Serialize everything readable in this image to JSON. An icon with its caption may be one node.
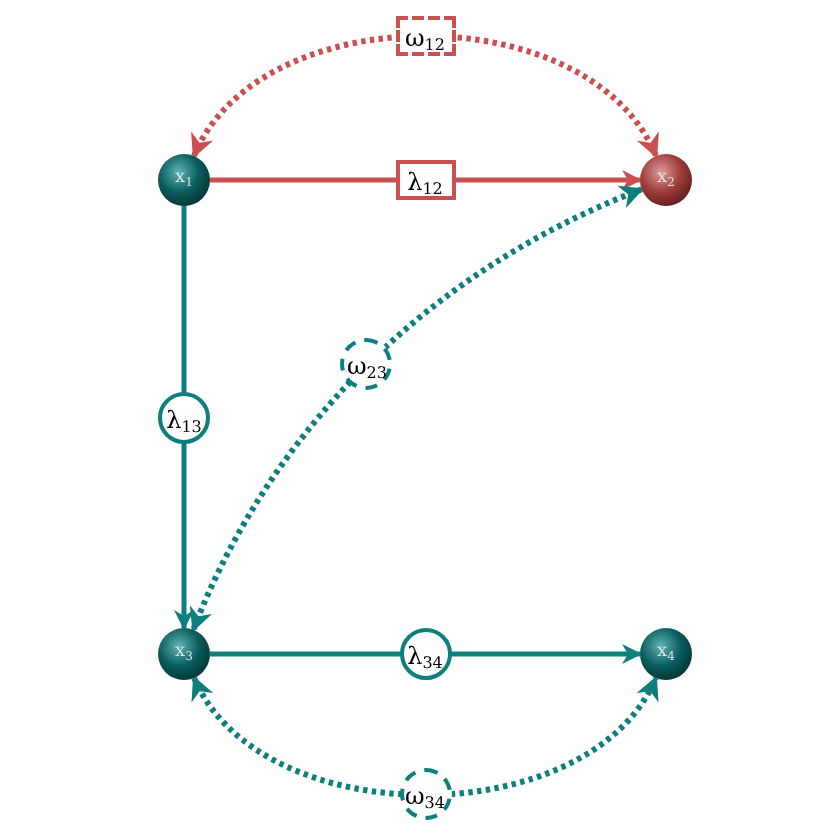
{
  "diagram": {
    "nodes": [
      {
        "text": [
          "x$_{1}$"
        ]
      },
      {
        "text": [
          "x$_{2}$"
        ]
      },
      {
        "text": [
          "x$_{3}$"
        ]
      },
      {
        "text": [
          "x$_{4}$"
        ]
      }
    ],
    "edges": [
      {
        "from": 0,
        "to": 1,
        "arrow": "to",
        "label": "λ$_{12}$",
        "color": "#cc4f4f"
      },
      {
        "from": 0,
        "to": 1,
        "arrow": "both",
        "label": "ω$_{12}$",
        "style": "dashed",
        "color": "#cc4f4f"
      },
      {
        "from": 0,
        "to": 2,
        "arrow": "to",
        "label": "λ$_{13}$"
      },
      {
        "from": 1,
        "to": 2,
        "arrow": "both",
        "label": "ω$_{23}$",
        "style": "dashed"
      },
      {
        "from": 2,
        "to": 3,
        "arrow": "to",
        "label": "λ$_{34}$"
      },
      {
        "from": 2,
        "to": 3,
        "arrow": "both",
        "label": "ω$_{34}$",
        "style": "dashed"
      }
    ]
  }
}
